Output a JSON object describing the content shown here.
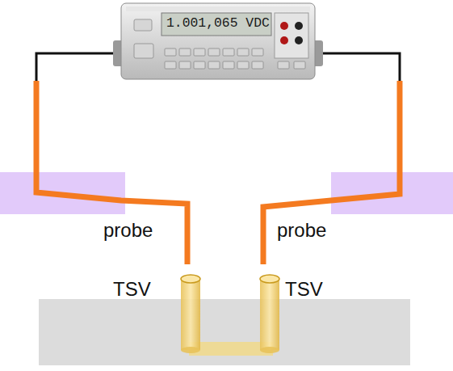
{
  "diagram": {
    "labels": [
      "1.001,065 VDC",
      "probe",
      "probe",
      "TSV",
      "TSV"
    ]
  }
}
